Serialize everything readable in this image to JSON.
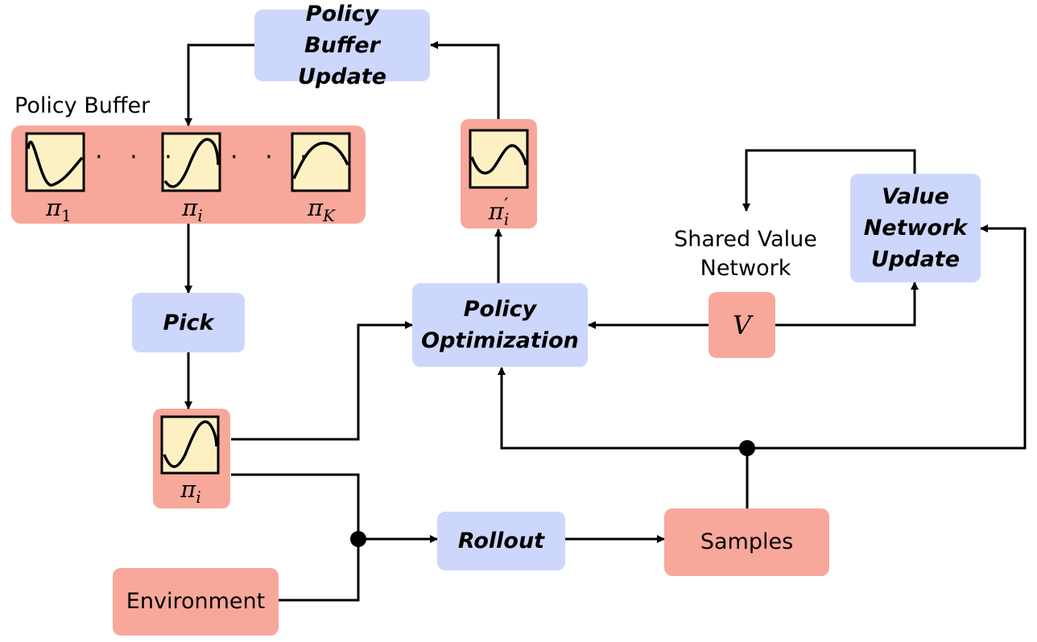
{
  "nodes": {
    "buffer_update": "Policy Buffer Update",
    "policy_buffer_label": "Policy Buffer",
    "pick": "Pick",
    "policy_optimization": "Policy Optimization",
    "value_network_update": "Value Network Update",
    "shared_value_network_label": "Shared Value Network",
    "value_symbol": "V",
    "rollout": "Rollout",
    "samples": "Samples",
    "environment": "Environment"
  },
  "symbols": {
    "pi": "π",
    "sub_1": "1",
    "sub_i": "i",
    "sub_K": "K",
    "prime": "′",
    "ellipsis": "· · ·"
  },
  "colors": {
    "blue_box": "#cdd7fb",
    "red_box": "#f8a89b",
    "policy_panel": "#fdf1c4",
    "line": "#000000"
  }
}
